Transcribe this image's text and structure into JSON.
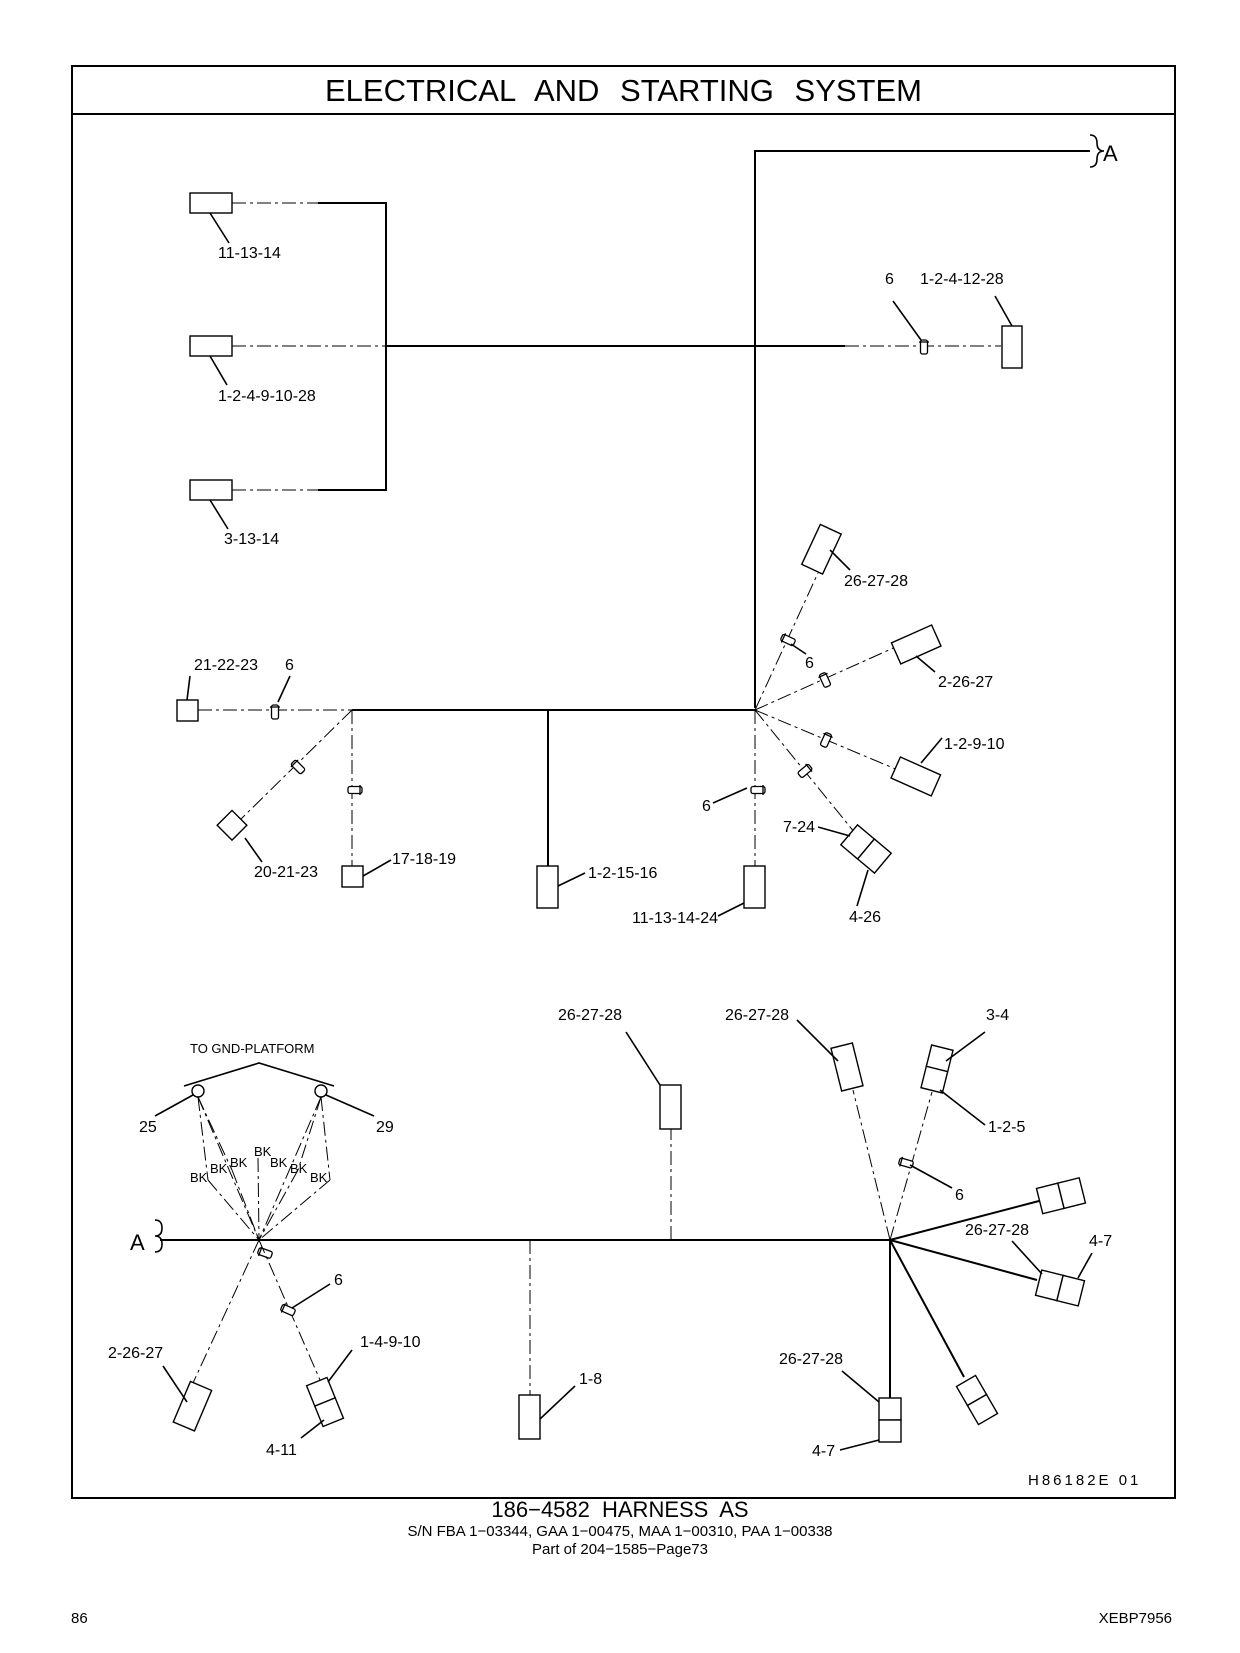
{
  "header": {
    "title": "ELECTRICAL AND STARTING SYSTEM"
  },
  "labels": {
    "top_left_1": "11-13-14",
    "top_left_2": "1-2-4-9-10-28",
    "top_left_3": "3-13-14",
    "right_fuse": "6",
    "right_conn": "1-2-4-12-28",
    "fan_top": "26-27-28",
    "fan_fuse_a": "6",
    "fan_2": "2-26-27",
    "fan_3": "1-2-9-10",
    "fan_4": "7-24",
    "fan_4b": "4-26",
    "mid_fuse": "6",
    "mid_conn": "11-13-14-24",
    "center_conn": "1-2-15-16",
    "left_conn": "21-22-23",
    "left_fuse": "6",
    "left_diag": "20-21-23",
    "left_vert": "17-18-19",
    "gnd_title": "TO GND-PLATFORM",
    "gnd_left": "25",
    "gnd_right": "29",
    "bk": "BK",
    "lower_top_1": "26-27-28",
    "lower_top_2": "26-27-28",
    "lower_top_3": "3-4",
    "lower_r_1": "1-2-5",
    "lower_r_fuse": "6",
    "lower_r_2": "26-27-28",
    "lower_r_3": "4-7",
    "lower_bot_1": "26-27-28",
    "lower_bot_2": "4-7",
    "lower_mid": "1-8",
    "lower_left_fuse": "6",
    "lower_left_1": "2-26-27",
    "lower_left_2": "1-4-9-10",
    "lower_left_3": "4-11",
    "break_a": "A",
    "drawing_code": "H86182E   01"
  },
  "caption": {
    "title": "186−4582 HARNESS AS",
    "serials": "S/N FBA 1−03344, GAA 1−00475, MAA 1−00310, PAA 1−00338",
    "part_of": "Part of 204−1585−Page73"
  },
  "footer": {
    "page_number": "86",
    "doc_code": "XEBP7956"
  }
}
